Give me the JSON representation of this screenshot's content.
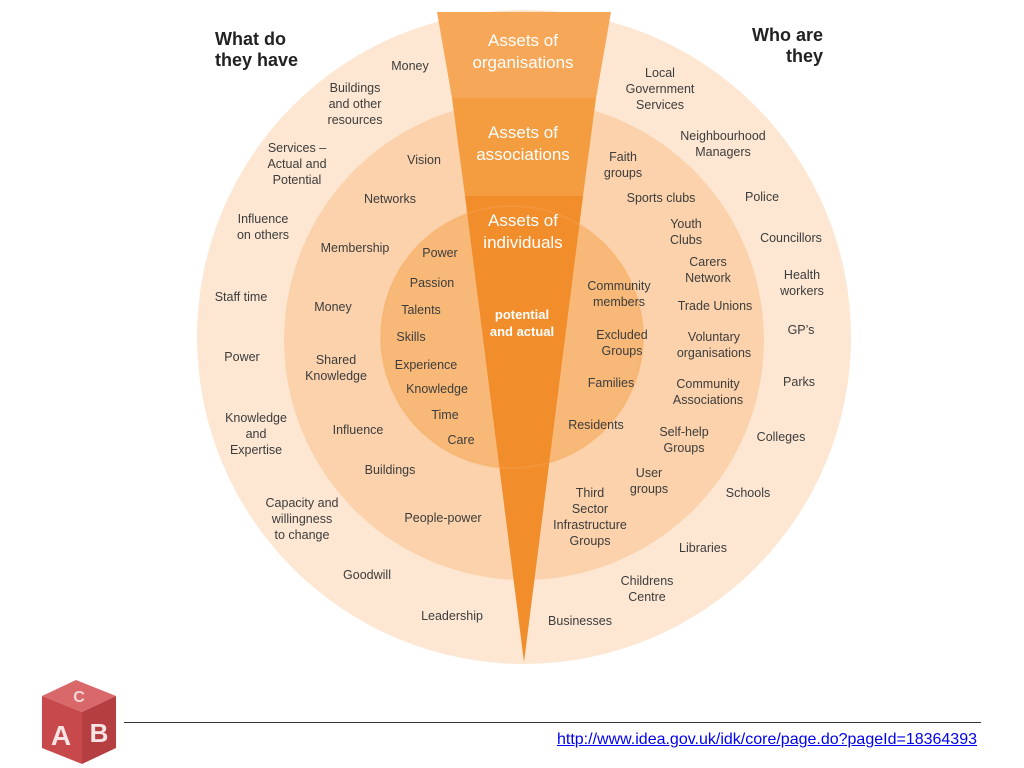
{
  "headers": {
    "left": "What do\nthey have",
    "right": "Who are\nthey"
  },
  "wedge": {
    "organisations": "Assets of\norganisations",
    "associations": "Assets of\nassociations",
    "individuals": "Assets of\nindividuals",
    "potential": "potential\nand actual"
  },
  "outer_left": [
    "Money",
    "Buildings\nand other\nresources",
    "Services –\nActual and\nPotential",
    "Influence\non others",
    "Staff time",
    "Power",
    "Knowledge\nand\nExpertise",
    "Capacity and\nwillingness\nto change",
    "Goodwill",
    "Leadership"
  ],
  "middle_left": [
    "Vision",
    "Networks",
    "Membership",
    "Money",
    "Shared\nKnowledge",
    "Influence",
    "Buildings",
    "People-power"
  ],
  "inner_left": [
    "Power",
    "Passion",
    "Talents",
    "Skills",
    "Experience",
    "Knowledge",
    "Time",
    "Care"
  ],
  "inner_right": [
    "Community\nmembers",
    "Excluded\nGroups",
    "Families",
    "Residents"
  ],
  "middle_right": [
    "Faith\ngroups",
    "Sports clubs",
    "Youth\nClubs",
    "Carers\nNetwork",
    "Trade Unions",
    "Voluntary\norganisations",
    "Community\nAssociations",
    "Self-help\nGroups",
    "User\ngroups",
    "Third\nSector\nInfrastructure\nGroups"
  ],
  "outer_right": [
    "Local\nGovernment\nServices",
    "Neighbourhood\nManagers",
    "Police",
    "Councillors",
    "Health\nworkers",
    "GP’s",
    "Parks",
    "Colleges",
    "Schools",
    "Libraries",
    "Childrens\nCentre",
    "Businesses"
  ],
  "footer": {
    "url": "http://www.idea.gov.uk/idk/core/page.do?pageId=18364393"
  },
  "logo": {
    "letters": [
      "C",
      "A",
      "B"
    ]
  },
  "colors": {
    "outer_ring": "#fde7d2",
    "middle_ring": "#fbd2ab",
    "inner_ring": "#f8b978",
    "wedge_top": "#f5a04f",
    "wedge_mid": "#f39a3e",
    "wedge_low": "#f18c2a",
    "block_red": "#c8494c"
  }
}
